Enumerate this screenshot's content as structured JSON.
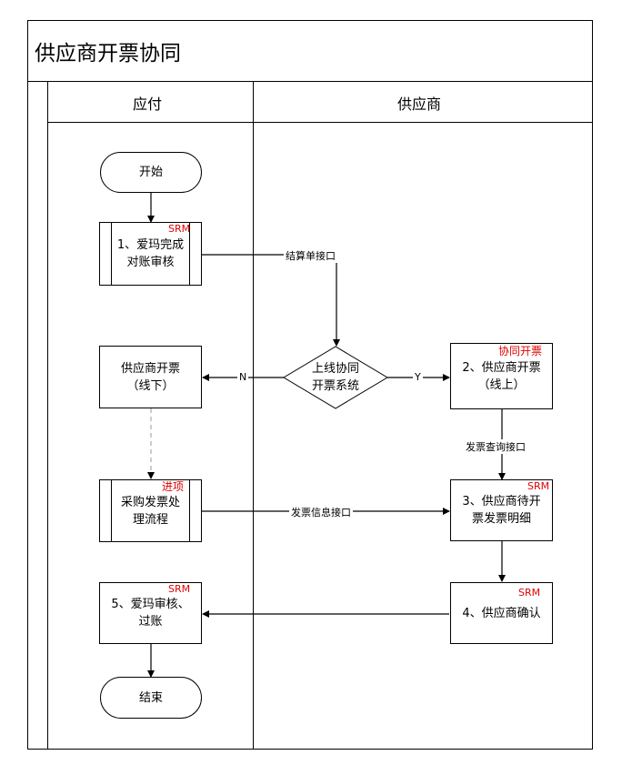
{
  "title": "供应商开票协同",
  "lanes": {
    "left": "应付",
    "right": "供应商"
  },
  "nodes": {
    "start": "开始",
    "step1": [
      "1、爱玛完成",
      "对账审核"
    ],
    "decision": [
      "上线协同",
      "开票系统"
    ],
    "step2": [
      "2、供应商开票",
      "（线上）"
    ],
    "offline": [
      "供应商开票",
      "（线下）"
    ],
    "step3": [
      "3、供应商待开",
      "票发票明细"
    ],
    "purchase": [
      "采购发票处",
      "理流程"
    ],
    "step4": "4、供应商确认",
    "step5": [
      "5、爱玛审核、",
      "过账"
    ],
    "end": "结束"
  },
  "tags": {
    "step1": "SRM",
    "step2": "协同开票",
    "step3": "SRM",
    "purchase": "进项",
    "step4": "SRM",
    "step5": "SRM"
  },
  "edge_labels": {
    "settlement_api": "结算单接口",
    "no": "N",
    "yes": "Y",
    "invoice_query_api": "发票查询接口",
    "invoice_info_api": "发票信息接口"
  },
  "colors": {
    "tag": "#e00000",
    "line": "#000000",
    "dashed": "#999999"
  }
}
